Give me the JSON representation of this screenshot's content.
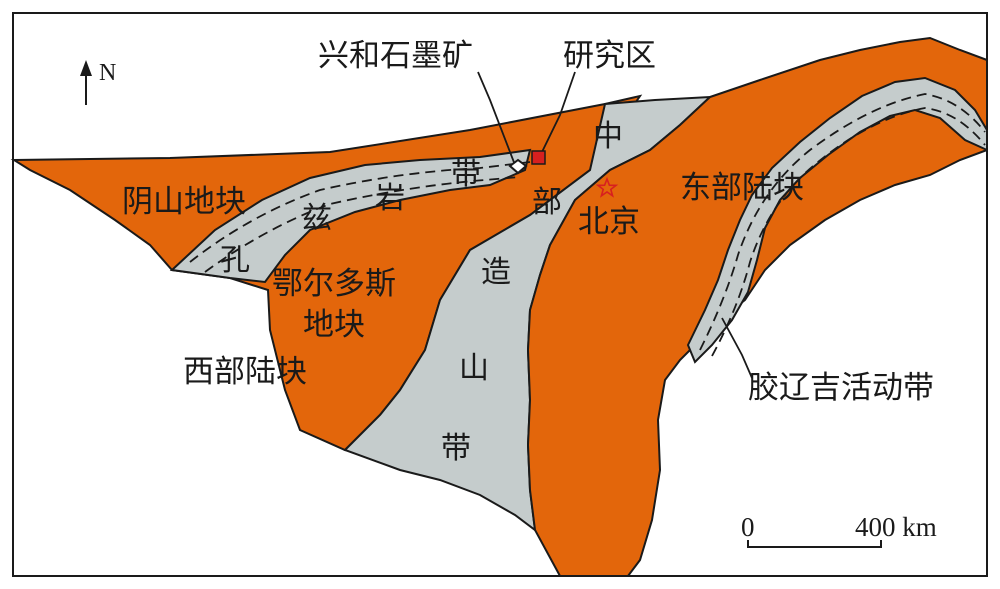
{
  "map": {
    "colors": {
      "craton": "#e3660b",
      "orogenic_belt": "#c5cccc",
      "outline": "#1a1a1a",
      "study_area": "#d7201f",
      "beijing_star": "#d7201f",
      "background": "#ffffff"
    },
    "north_arrow": {
      "label": "N",
      "icon": "north-arrow-icon"
    },
    "callouts": {
      "xinghe_mine": "兴和石墨矿",
      "study_area": "研究区"
    },
    "belts": {
      "khondalite_belt": [
        "孔",
        "兹",
        "岩",
        "带"
      ],
      "trans_north_china": [
        "中",
        "部",
        "造",
        "山",
        "带"
      ],
      "jiao_liao_ji": "胶辽吉活动带"
    },
    "blocks": {
      "yinshan": "阴山地块",
      "ordos": [
        "鄂尔多斯",
        "地块"
      ],
      "western": "西部陆块",
      "eastern": "东部陆块"
    },
    "cities": {
      "beijing": {
        "label": "北京",
        "icon": "star-icon"
      }
    },
    "scale_bar": {
      "start_label": "0",
      "end_label": "400 km"
    }
  }
}
